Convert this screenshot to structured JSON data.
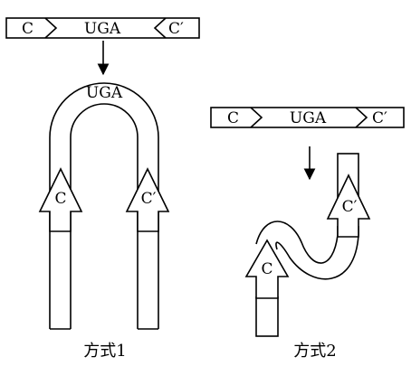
{
  "top_strand": {
    "left": "C",
    "center": "UGA",
    "right": "C′"
  },
  "mode1": {
    "loop": "UGA",
    "left_arrow": "C",
    "right_arrow": "C′",
    "caption": "方式1"
  },
  "right_strand": {
    "left": "C",
    "center": "UGA",
    "right": "C′"
  },
  "mode2": {
    "upper_arrow": "C′",
    "lower_arrow": "C",
    "caption": "方式2"
  }
}
